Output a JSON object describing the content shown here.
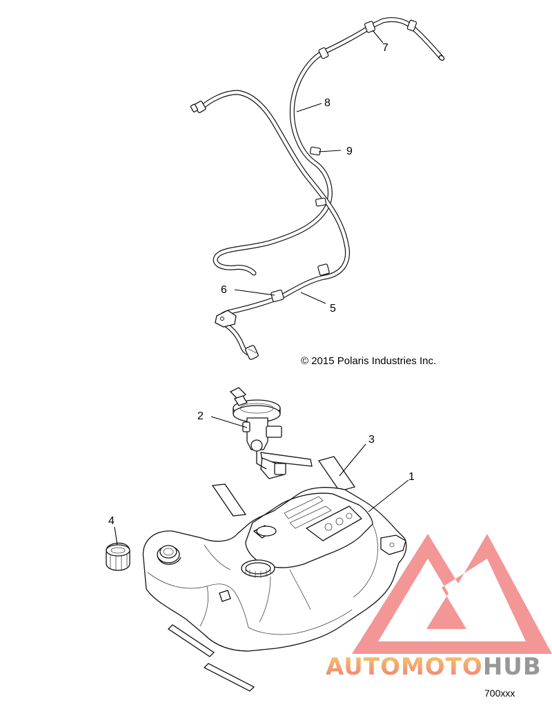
{
  "diagram": {
    "callouts": [
      {
        "id": "1",
        "label": "1"
      },
      {
        "id": "2",
        "label": "2"
      },
      {
        "id": "3",
        "label": "3"
      },
      {
        "id": "4",
        "label": "4"
      },
      {
        "id": "5",
        "label": "5"
      },
      {
        "id": "6",
        "label": "6"
      },
      {
        "id": "7",
        "label": "7"
      },
      {
        "id": "8",
        "label": "8"
      },
      {
        "id": "9",
        "label": "9"
      }
    ],
    "copyright": "© 2015 Polaris Industries Inc.",
    "figure_id": "700xxx"
  },
  "watermark": {
    "brand_part1": "AUTOMOTO",
    "brand_part2": "HUB",
    "colors": {
      "triangle": "#f28b8b",
      "part1_gradient_top": "#f7c35a",
      "part1_gradient_bottom": "#ee6b6b",
      "part2": "#8c8c8c"
    }
  }
}
